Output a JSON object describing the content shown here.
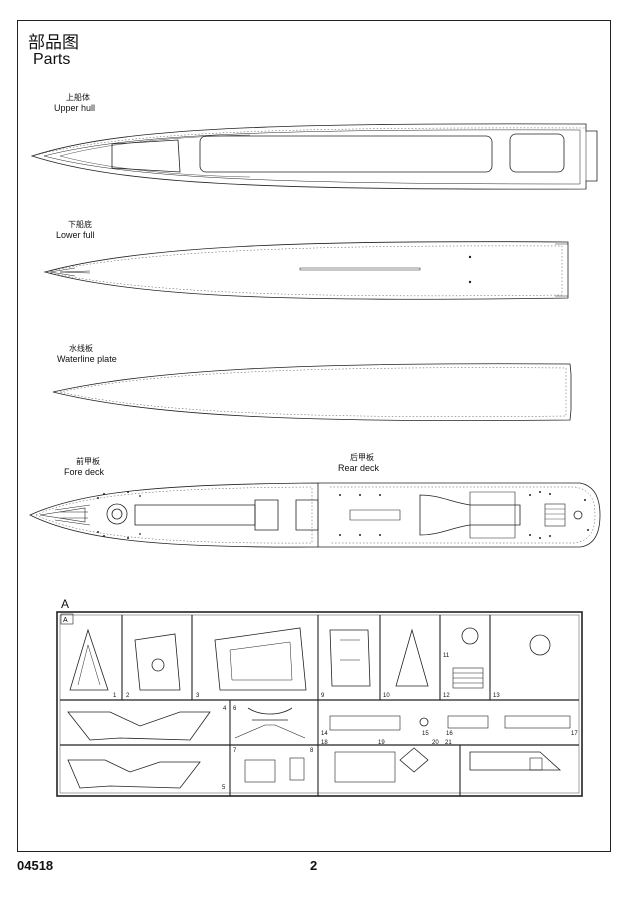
{
  "page": {
    "title_cn": "部品图",
    "title_en": "Parts",
    "product_code": "04518",
    "page_number": "2"
  },
  "parts": {
    "upper_hull": {
      "cn": "上船体",
      "en": "Upper hull"
    },
    "lower_hull": {
      "cn": "下船底",
      "en": "Lower full"
    },
    "waterline": {
      "cn": "水线板",
      "en": "Waterline plate"
    },
    "fore_deck": {
      "cn": "前甲板",
      "en": "Fore deck"
    },
    "rear_deck": {
      "cn": "后甲板",
      "en": "Rear deck"
    }
  },
  "sprue": {
    "letter": "A",
    "tag": "A",
    "part_numbers": [
      "1",
      "2",
      "3",
      "4",
      "5",
      "6",
      "7",
      "8",
      "9",
      "10",
      "11",
      "12",
      "13",
      "14",
      "15",
      "16",
      "17",
      "18",
      "19",
      "20",
      "21"
    ]
  }
}
